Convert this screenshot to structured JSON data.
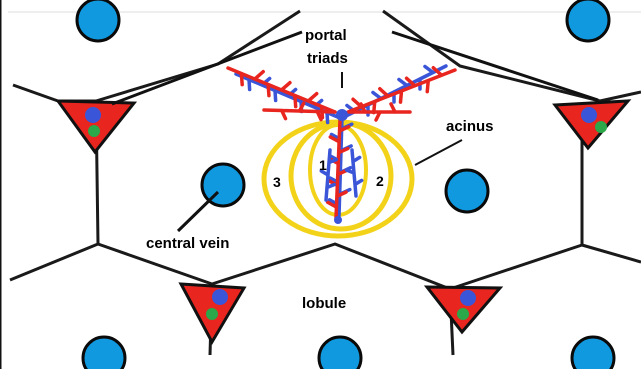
{
  "labels": {
    "portal_line1": "portal",
    "portal_line2": "triads",
    "acinus": "acinus",
    "central_vein": "central vein",
    "lobule": "lobule",
    "zone1": "1",
    "zone2": "2",
    "zone3": "3"
  },
  "colors": {
    "background": "#ffffff",
    "lobule_border": "#1a1a1a",
    "central_vein": "#1199e0",
    "triad_fill": "#e8251e",
    "portal_vein": "#3a55d8",
    "bile_duct": "#2aa84a",
    "artery": "#e8251e",
    "acinus_ring": "#f3d21a",
    "acinus_ring_outline": "#c9a800"
  }
}
